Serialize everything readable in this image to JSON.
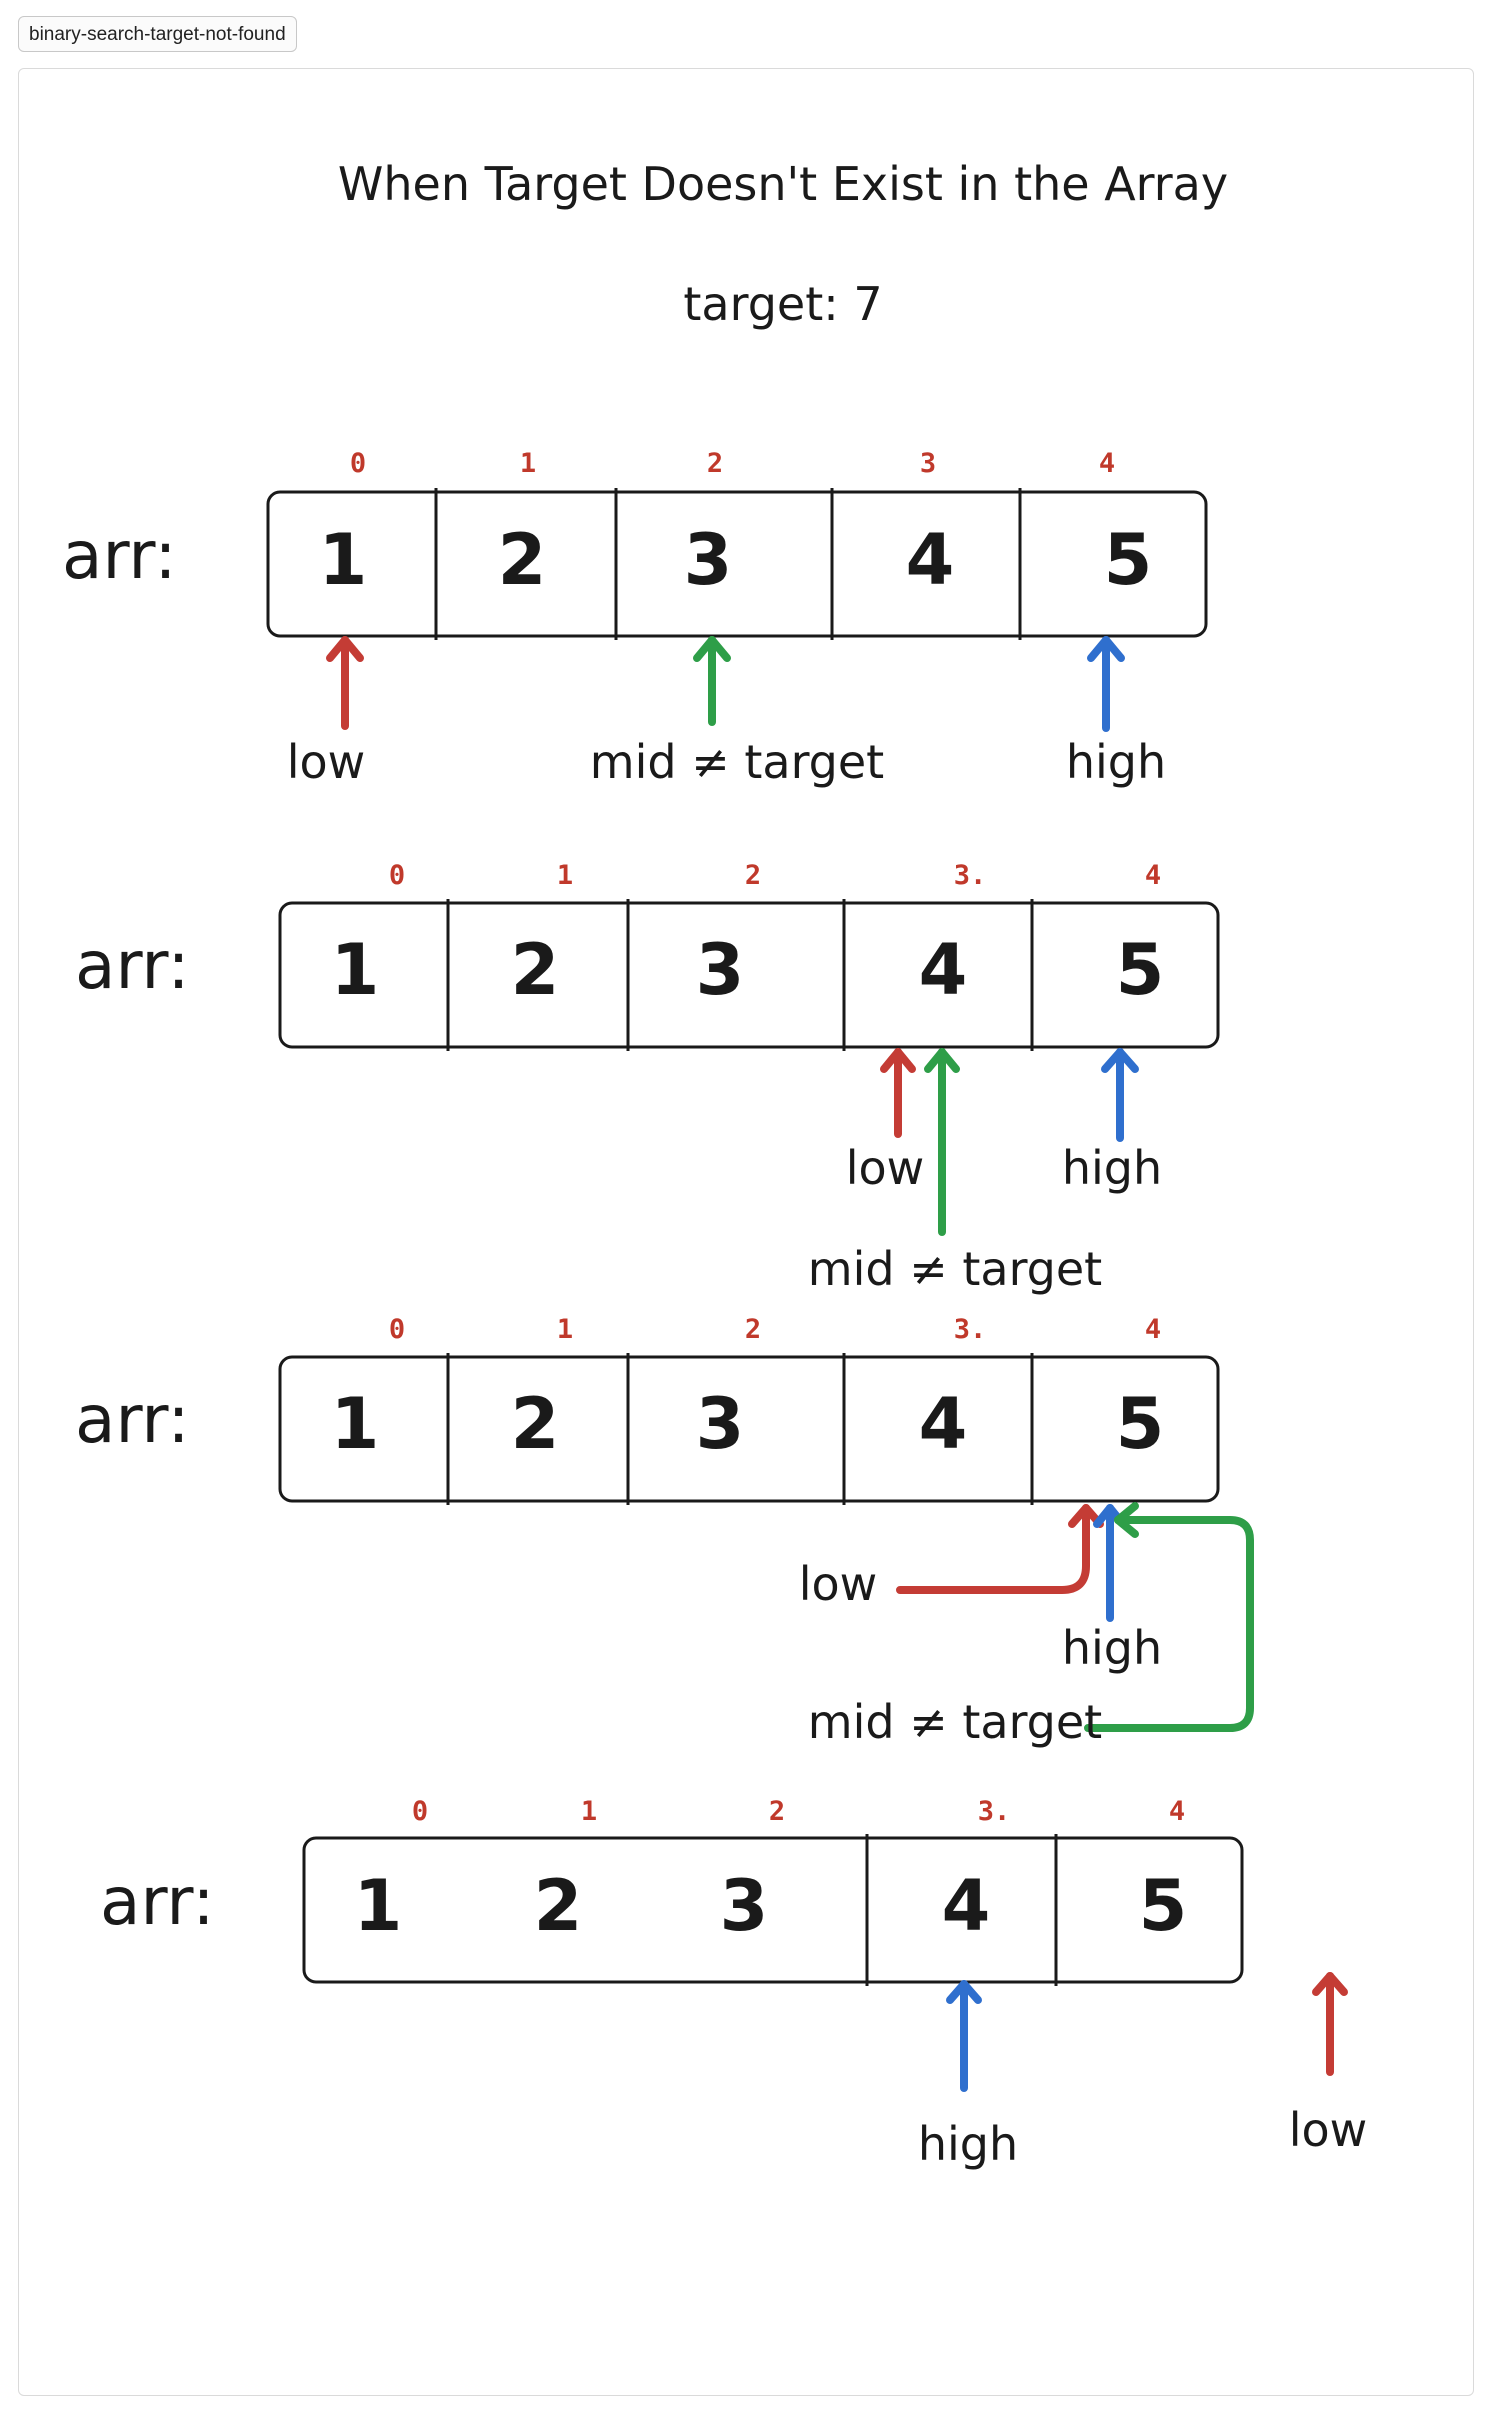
{
  "file_tab": {
    "label": "binary-search-target-not-found"
  },
  "title": "When Target Doesn't Exist in the Array",
  "target_label": "target: 7",
  "colors": {
    "low": "#c43c35",
    "mid": "#2e9e48",
    "high": "#2f6fce",
    "index": "#c0392b",
    "ink": "#1a1a1a"
  },
  "rows": [
    {
      "array_label": "arr:",
      "values": [
        "1",
        "2",
        "3",
        "4",
        "5"
      ],
      "indices": [
        "0",
        "1",
        "2",
        "3",
        "4"
      ],
      "pointers": {
        "low": "low",
        "mid": "mid ≠ target",
        "high": "high"
      }
    },
    {
      "array_label": "arr:",
      "values": [
        "1",
        "2",
        "3",
        "4",
        "5"
      ],
      "indices": [
        "0",
        "1",
        "2",
        "3.",
        "4"
      ],
      "pointers": {
        "low": "low",
        "mid": "mid ≠ target",
        "high": "high"
      }
    },
    {
      "array_label": "arr:",
      "values": [
        "1",
        "2",
        "3",
        "4",
        "5"
      ],
      "indices": [
        "0",
        "1",
        "2",
        "3.",
        "4"
      ],
      "pointers": {
        "low": "low",
        "mid": "mid ≠ target",
        "high": "high"
      }
    },
    {
      "array_label": "arr:",
      "values": [
        "1",
        "2",
        "3",
        "4",
        "5"
      ],
      "indices": [
        "0",
        "1",
        "2",
        "3.",
        "4"
      ],
      "pointers": {
        "low": "low",
        "high": "high"
      }
    }
  ]
}
